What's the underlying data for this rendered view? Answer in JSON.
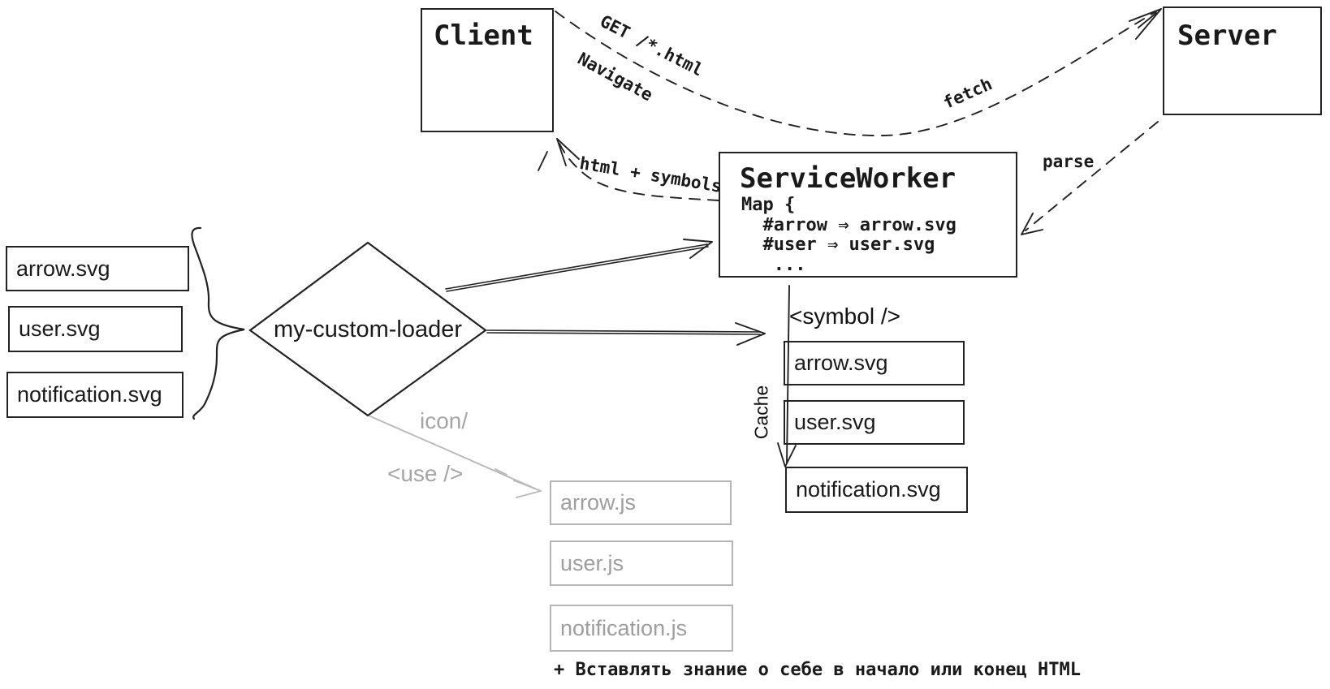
{
  "nodes": {
    "client": "Client",
    "server": "Server",
    "service_worker": {
      "title": "ServiceWorker",
      "map": "Map {\n  #arrow ⇒ arrow.svg\n  #user ⇒ user.svg\n   ..."
    },
    "loader": "my-custom-loader"
  },
  "source_files": [
    "arrow.svg",
    "user.svg",
    "notification.svg"
  ],
  "symbol_cache": {
    "header": "<symbol />",
    "cache_label": "Cache",
    "files": [
      "arrow.svg",
      "user.svg",
      "notification.svg"
    ]
  },
  "js_modules": {
    "icon_label": "icon/",
    "use_label": "<use />",
    "files": [
      "arrow.js",
      "user.js",
      "notification.js"
    ]
  },
  "edges": {
    "get": "GET /*.html",
    "navigate": "Navigate",
    "fetch": "fetch",
    "parse": "parse",
    "html_symbols": "html + symbols"
  },
  "note": "+ Вставлять знание о себе в начало или конец HTML",
  "colors": {
    "ink": "#1f1f1f",
    "muted": "#b5b5b5"
  }
}
